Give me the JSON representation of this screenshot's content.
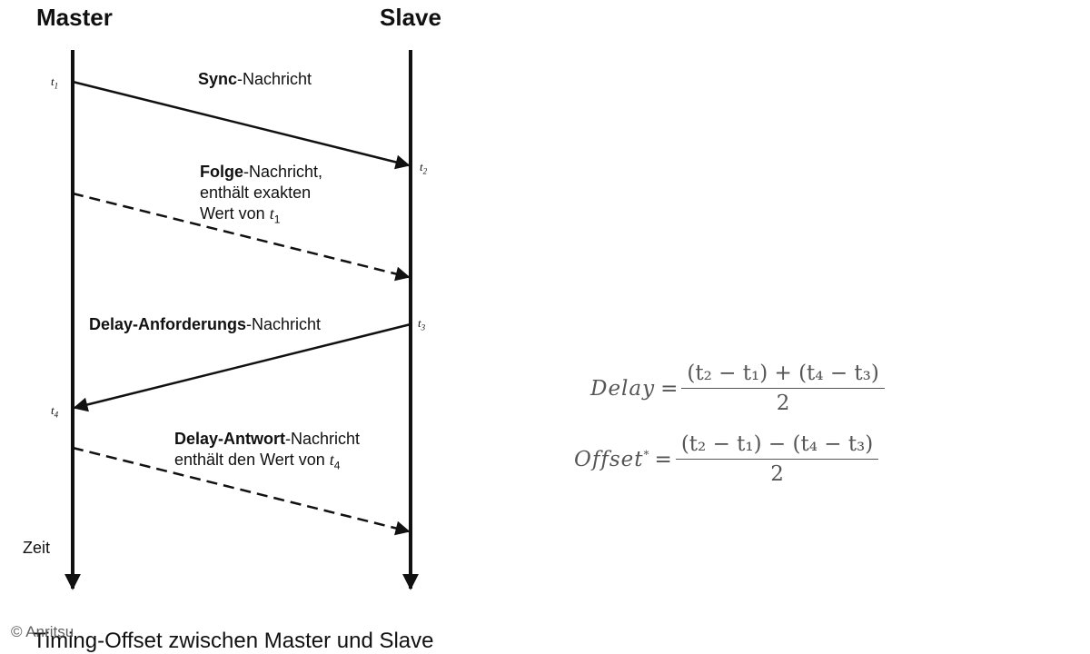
{
  "actors": {
    "master": "Master",
    "slave": "Slave"
  },
  "time_labels": [
    {
      "base": "t",
      "sub": "1"
    },
    {
      "base": "t",
      "sub": "2"
    },
    {
      "base": "t",
      "sub": "3"
    },
    {
      "base": "t",
      "sub": "4"
    }
  ],
  "messages": {
    "sync": {
      "bold": "Sync",
      "rest": "-Nachricht"
    },
    "follow": {
      "bold": "Folge",
      "rest": "-Nachricht,",
      "line2": "enthält exakten",
      "line3": "Wert von ",
      "var": "t",
      "sub": "1"
    },
    "delay_req": {
      "bold": "Delay-Anforderungs",
      "rest": "-Nachricht"
    },
    "delay_resp": {
      "bold": "Delay-Antwort",
      "rest": "-Nachricht",
      "line2": "enthält den Wert von ",
      "var": "t",
      "sub": "4"
    }
  },
  "axis_label": "Zeit",
  "caption": "Timing-Offset zwischen Master und Slave",
  "watermark": "© Anritsu",
  "formulas": {
    "delay": {
      "lhs": "Delay",
      "eq": "=",
      "numerator": "(t₂ − t₁) + (t₄ − t₃)",
      "denominator": "2"
    },
    "offset": {
      "lhs": "Offset",
      "sup": "*",
      "eq": "=",
      "numerator": "(t₂ − t₁) − (t₄ − t₃)",
      "denominator": "2"
    }
  },
  "colors": {
    "line": "#111111",
    "formula": "#555555"
  }
}
